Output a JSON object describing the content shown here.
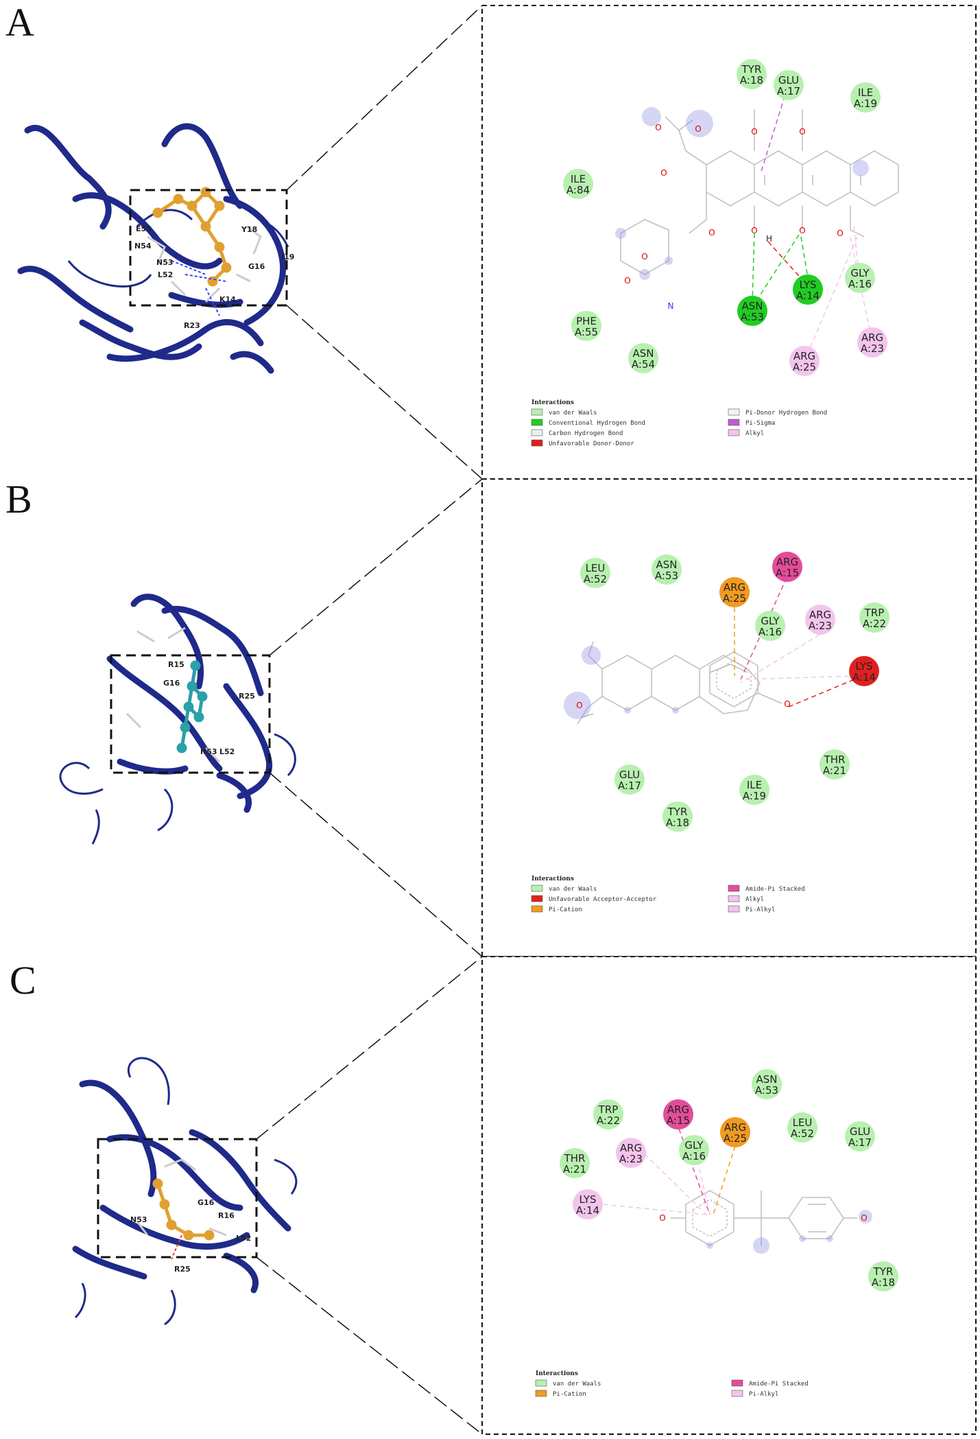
{
  "colors": {
    "ribbon": "#1f2a8a",
    "ligand_orange": "#e0a030",
    "ligand_teal": "#2aa0a8",
    "van_der_waals": "#b8f0b0",
    "conventional_hbond": "#22cc22",
    "carbon_hbond": "#dddddd",
    "unfavorable": "#e02020",
    "pi_cation": "#f09a20",
    "amide_pi": "#e44c9a",
    "alkyl": "#f4c4ec",
    "pi_sigma": "#c05cd0",
    "bond_gray": "#b8b8b8"
  },
  "panels": [
    {
      "letter": "A",
      "legend_title": "Interactions",
      "legend": [
        {
          "label": "van der Waals",
          "color": "#b8f0b0"
        },
        {
          "label": "Conventional Hydrogen Bond",
          "color": "#22cc22"
        },
        {
          "label": "Carbon Hydrogen Bond",
          "color": "#eeeeee"
        },
        {
          "label": "Unfavorable Donor-Donor",
          "color": "#e02020"
        },
        {
          "label": "Pi-Donor Hydrogen Bond",
          "color": "#eef6ee"
        },
        {
          "label": "Pi-Sigma",
          "color": "#c05cd0"
        },
        {
          "label": "Alkyl",
          "color": "#f4c4ec"
        }
      ],
      "residues": [
        {
          "name": "TYR",
          "id": "A:18",
          "fill": "#b8f0b0"
        },
        {
          "name": "GLU",
          "id": "A:17",
          "fill": "#b8f0b0"
        },
        {
          "name": "ILE",
          "id": "A:19",
          "fill": "#b8f0b0"
        },
        {
          "name": "ILE",
          "id": "A:84",
          "fill": "#b8f0b0"
        },
        {
          "name": "GLY",
          "id": "A:16",
          "fill": "#b8f0b0"
        },
        {
          "name": "LYS",
          "id": "A:14",
          "fill": "#22cc22"
        },
        {
          "name": "ASN",
          "id": "A:53",
          "fill": "#22cc22"
        },
        {
          "name": "PHE",
          "id": "A:55",
          "fill": "#b8f0b0"
        },
        {
          "name": "ARG",
          "id": "A:23",
          "fill": "#f4c4ec"
        },
        {
          "name": "ASN",
          "id": "A:54",
          "fill": "#b8f0b0"
        },
        {
          "name": "ARG",
          "id": "A:25",
          "fill": "#f4c4ec"
        }
      ],
      "ligand_labels": [
        "Y18",
        "E55",
        "N54",
        "N53",
        "L52",
        "G16",
        "I19",
        "K14",
        "R23"
      ]
    },
    {
      "letter": "B",
      "legend_title": "Interactions",
      "legend": [
        {
          "label": "van der Waals",
          "color": "#b8f0b0"
        },
        {
          "label": "Unfavorable Acceptor-Acceptor",
          "color": "#e02020"
        },
        {
          "label": "Pi-Cation",
          "color": "#f09a20"
        },
        {
          "label": "Amide-Pi Stacked",
          "color": "#e44c9a"
        },
        {
          "label": "Alkyl",
          "color": "#f4c4ec"
        },
        {
          "label": "Pi-Alkyl",
          "color": "#f4c4ec"
        }
      ],
      "residues": [
        {
          "name": "LEU",
          "id": "A:52",
          "fill": "#b8f0b0"
        },
        {
          "name": "ASN",
          "id": "A:53",
          "fill": "#b8f0b0"
        },
        {
          "name": "ARG",
          "id": "A:15",
          "fill": "#e44c9a"
        },
        {
          "name": "ARG",
          "id": "A:25",
          "fill": "#f09a20"
        },
        {
          "name": "GLY",
          "id": "A:16",
          "fill": "#b8f0b0"
        },
        {
          "name": "ARG",
          "id": "A:23",
          "fill": "#f4c4ec"
        },
        {
          "name": "TRP",
          "id": "A:22",
          "fill": "#b8f0b0"
        },
        {
          "name": "LYS",
          "id": "A:14",
          "fill": "#e02020"
        },
        {
          "name": "THR",
          "id": "A:21",
          "fill": "#b8f0b0"
        },
        {
          "name": "GLU",
          "id": "A:17",
          "fill": "#b8f0b0"
        },
        {
          "name": "ILE",
          "id": "A:19",
          "fill": "#b8f0b0"
        },
        {
          "name": "TYR",
          "id": "A:18",
          "fill": "#b8f0b0"
        }
      ],
      "ligand_labels": [
        "G16",
        "R25",
        "N53",
        "L52",
        "R15"
      ]
    },
    {
      "letter": "C",
      "legend_title": "Interactions",
      "legend": [
        {
          "label": "van der Waals",
          "color": "#b8f0b0"
        },
        {
          "label": "Pi-Cation",
          "color": "#f09a20"
        },
        {
          "label": "Amide-Pi Stacked",
          "color": "#e44c9a"
        },
        {
          "label": "Pi-Alkyl",
          "color": "#f4c4ec"
        }
      ],
      "residues": [
        {
          "name": "ASN",
          "id": "A:53",
          "fill": "#b8f0b0"
        },
        {
          "name": "TRP",
          "id": "A:22",
          "fill": "#b8f0b0"
        },
        {
          "name": "ARG",
          "id": "A:15",
          "fill": "#e44c9a"
        },
        {
          "name": "ARG",
          "id": "A:25",
          "fill": "#f09a20"
        },
        {
          "name": "LEU",
          "id": "A:52",
          "fill": "#b8f0b0"
        },
        {
          "name": "GLU",
          "id": "A:17",
          "fill": "#b8f0b0"
        },
        {
          "name": "THR",
          "id": "A:21",
          "fill": "#b8f0b0"
        },
        {
          "name": "ARG",
          "id": "A:23",
          "fill": "#f4c4ec"
        },
        {
          "name": "GLY",
          "id": "A:16",
          "fill": "#b8f0b0"
        },
        {
          "name": "LYS",
          "id": "A:14",
          "fill": "#f4c4ec"
        },
        {
          "name": "TYR",
          "id": "A:18",
          "fill": "#b8f0b0"
        }
      ],
      "ligand_labels": [
        "G16",
        "R16",
        "N53",
        "L52",
        "R25"
      ]
    }
  ]
}
